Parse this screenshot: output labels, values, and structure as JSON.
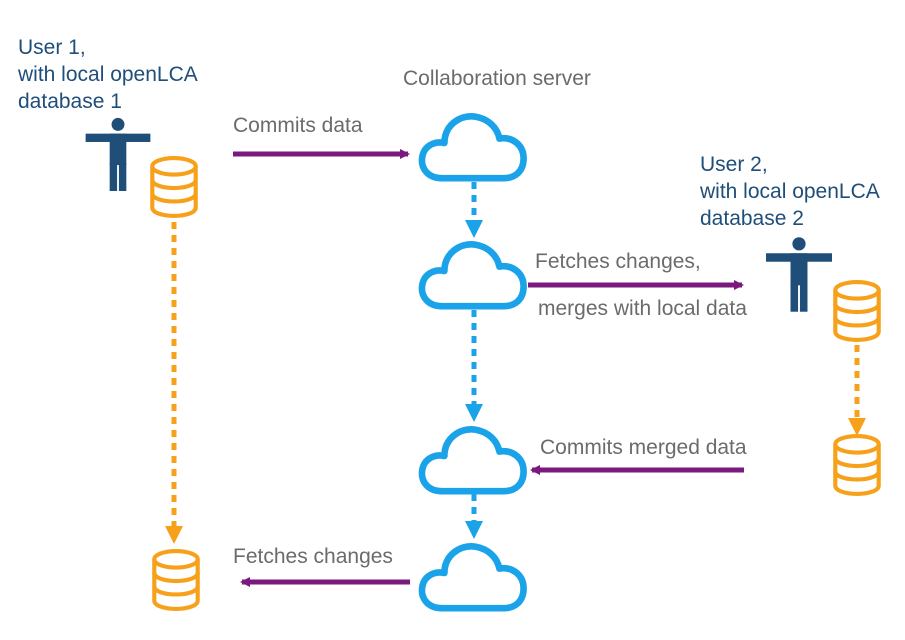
{
  "user1": {
    "line1": "User 1,",
    "line2": "with local openLCA",
    "line3": "database 1"
  },
  "user2": {
    "line1": "User 2,",
    "line2": "with local openLCA",
    "line3": "database 2"
  },
  "server": {
    "title": "Collaboration server"
  },
  "flows": {
    "commits_data": "Commits data",
    "fetches_changes_1": "Fetches changes,",
    "fetches_changes_2": "merges with local data",
    "commits_merged": "Commits merged data",
    "fetches_changes_final": "Fetches changes"
  },
  "colors": {
    "user_blue": "#1f4e79",
    "cloud_blue": "#1aa3e8",
    "database_orange": "#f7a11a",
    "arrow_purple": "#7b1a7e",
    "text_gray": "#6b6b6b"
  },
  "icons": [
    "person-icon",
    "database-icon",
    "cloud-icon"
  ]
}
